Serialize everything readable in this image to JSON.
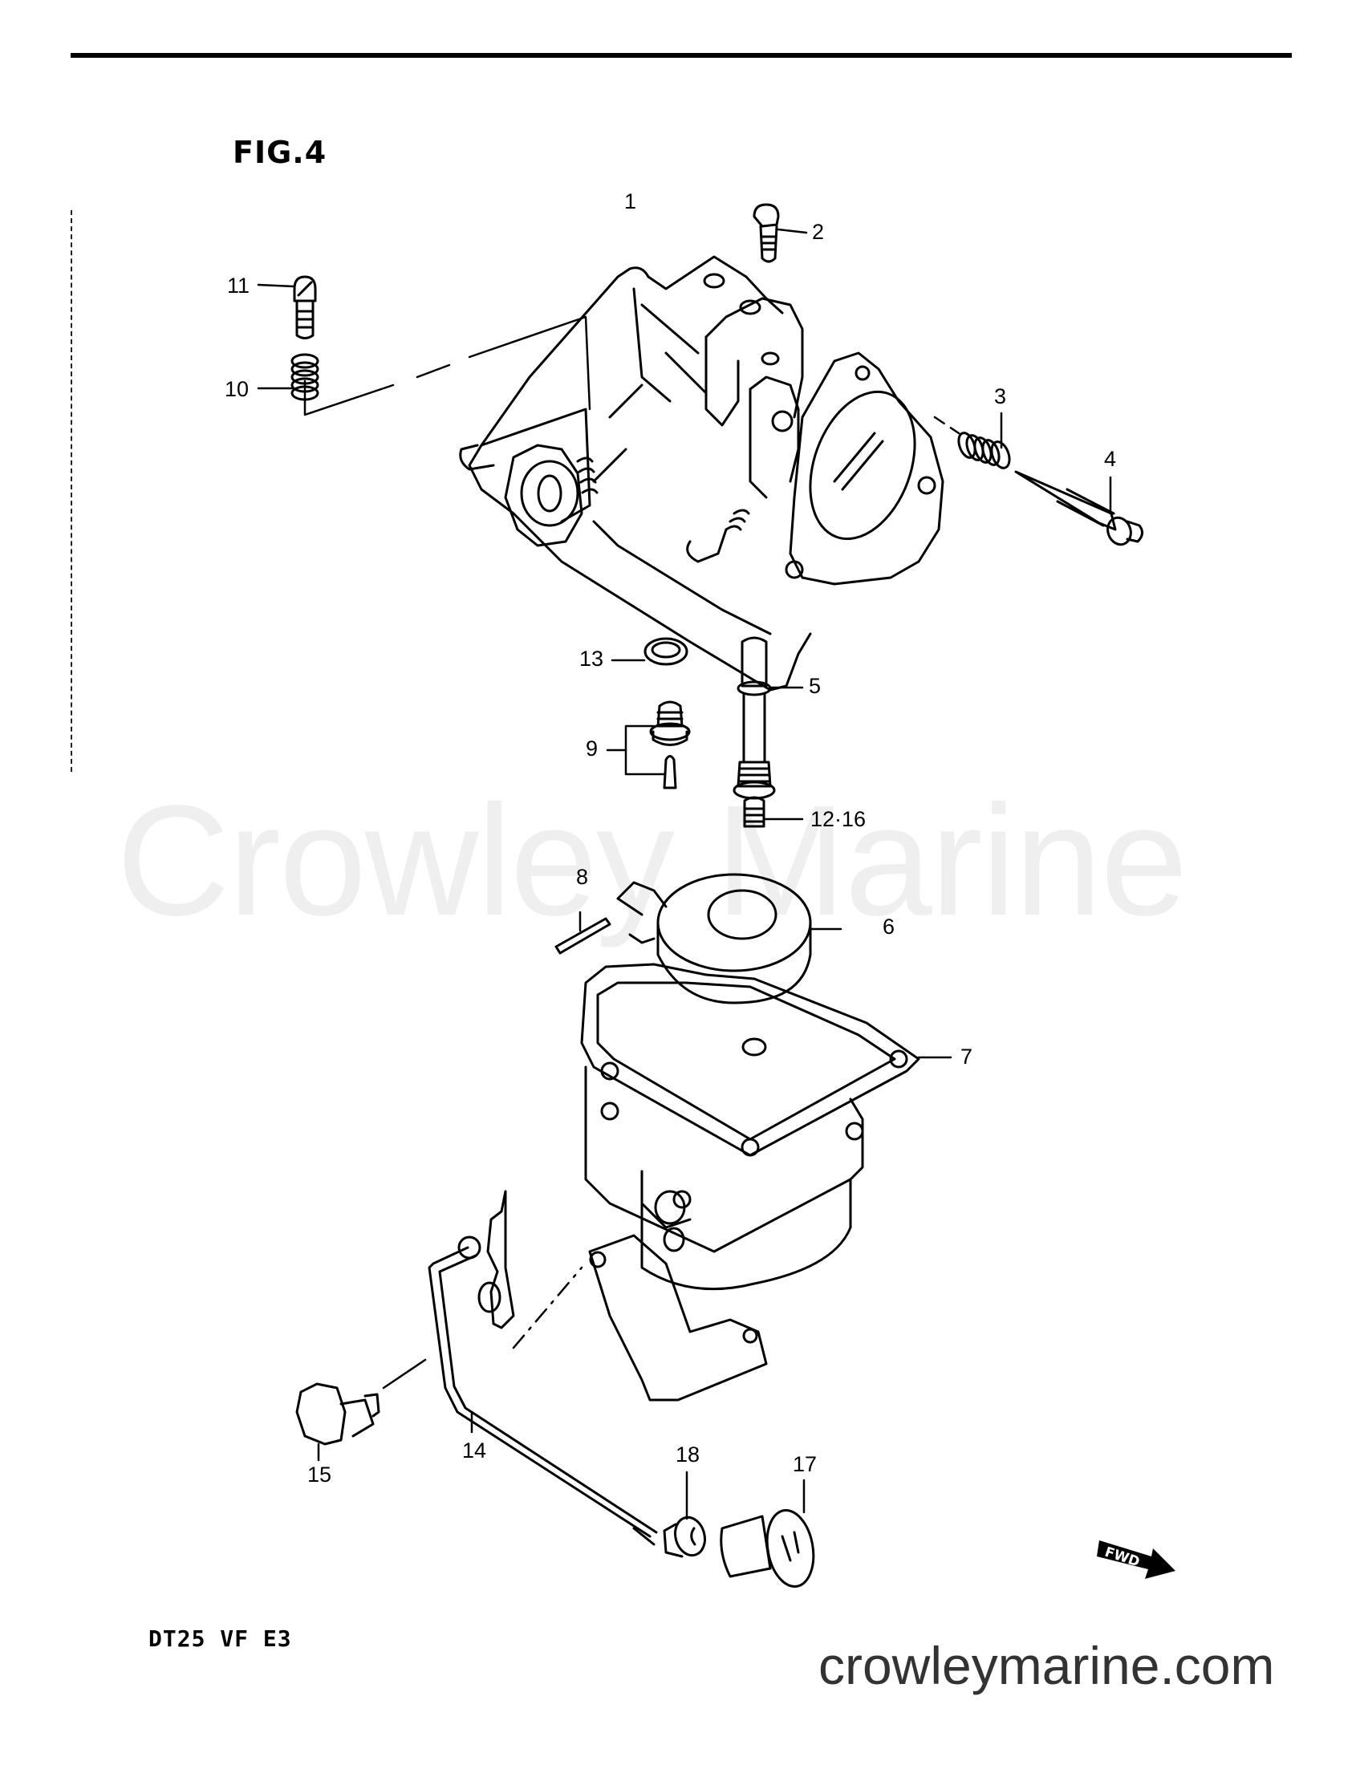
{
  "figure": {
    "title": "FIG.4",
    "model_code": "DT25 VF E3"
  },
  "watermark": {
    "text": "Crowley Marine",
    "color": "#efefef"
  },
  "footer": {
    "site_url": "crowleymarine.com",
    "url_color": "#333333"
  },
  "direction_marker": {
    "label": "FWD",
    "icon": "forward-arrow-icon"
  },
  "callouts": [
    {
      "id": "1",
      "label": "1",
      "part": "carburetor-body"
    },
    {
      "id": "2",
      "label": "2",
      "part": "screw"
    },
    {
      "id": "3",
      "label": "3",
      "part": "spring"
    },
    {
      "id": "4",
      "label": "4",
      "part": "pilot-air-screw"
    },
    {
      "id": "5",
      "label": "5",
      "part": "main-nozzle"
    },
    {
      "id": "6",
      "label": "6",
      "part": "float"
    },
    {
      "id": "7",
      "label": "7",
      "part": "float-chamber-gasket"
    },
    {
      "id": "8",
      "label": "8",
      "part": "float-pin"
    },
    {
      "id": "9",
      "label": "9",
      "part": "needle-valve-set"
    },
    {
      "id": "10",
      "label": "10",
      "part": "spring"
    },
    {
      "id": "11",
      "label": "11",
      "part": "throttle-stop-screw"
    },
    {
      "id": "12-16",
      "label": "12·16",
      "part": "main-jet"
    },
    {
      "id": "13",
      "label": "13",
      "part": "washer"
    },
    {
      "id": "14",
      "label": "14",
      "part": "choke-rod"
    },
    {
      "id": "15",
      "label": "15",
      "part": "bolt"
    },
    {
      "id": "17",
      "label": "17",
      "part": "choke-knob"
    },
    {
      "id": "18",
      "label": "18",
      "part": "grommet"
    }
  ]
}
